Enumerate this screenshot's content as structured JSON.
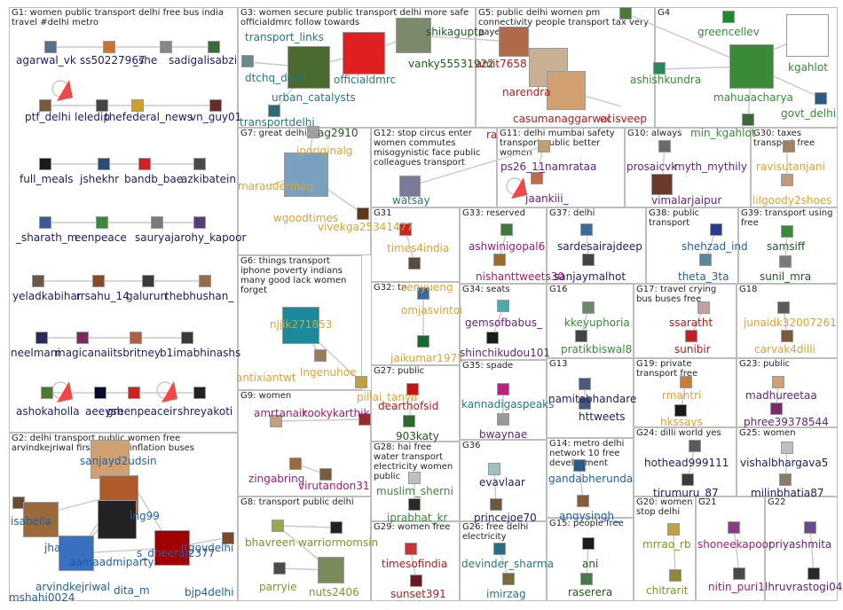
{
  "colors": {
    "navy": "#1a1a6e",
    "green": "#2f8f2f",
    "orange": "#e8a020",
    "red": "#cc1111",
    "magenta": "#b0127a",
    "teal": "#1f7a7a",
    "blue": "#1a5fb4",
    "olive": "#7a9a10",
    "purple": "#6a1a8a",
    "darkgreen": "#1a5a1a",
    "edge": "#c8c8c8",
    "border": "#bdbdbd"
  },
  "groups": [
    {
      "id": "G1",
      "label": "G1: women public transport delhi free bus india travel #delhi metro"
    },
    {
      "id": "G2",
      "label": "G2: delhi transport public women free arvindkejriwal first having inflation buses"
    },
    {
      "id": "G3",
      "label": "G3: women secure public transport delhi more safe officialdmrc follow towards"
    },
    {
      "id": "G4",
      "label": "G4"
    },
    {
      "id": "G5",
      "label": "G5: public delhi women pm connectivity people transport tax very payers"
    },
    {
      "id": "G6",
      "label": "G6: things transport iphone poverty indians many good lack women forget"
    },
    {
      "id": "G7",
      "label": "G7: great delhi"
    },
    {
      "id": "G8",
      "label": "G8: transport public delhi"
    },
    {
      "id": "G9",
      "label": "G9: women"
    },
    {
      "id": "G10",
      "label": "G10: always"
    },
    {
      "id": "G11",
      "label": "G11: delhi mumbai safety transport public better women"
    },
    {
      "id": "G12",
      "label": "G12: stop circus enter women commutes misogynistic face public colleagues transport"
    },
    {
      "id": "G13",
      "label": "G13"
    },
    {
      "id": "G14",
      "label": "G14: metro delhi network 10 free development"
    },
    {
      "id": "G15",
      "label": "G15: people free"
    },
    {
      "id": "G16",
      "label": "G16"
    },
    {
      "id": "G17",
      "label": "G17: travel crying bus buses free"
    },
    {
      "id": "G18",
      "label": "G18"
    },
    {
      "id": "G19",
      "label": "G19: private transport free"
    },
    {
      "id": "G20",
      "label": "G20: women stop delhi"
    },
    {
      "id": "G21",
      "label": "G21"
    },
    {
      "id": "G22",
      "label": "G22"
    },
    {
      "id": "G23",
      "label": "G23: public"
    },
    {
      "id": "G24",
      "label": "G24: dilli world yes"
    },
    {
      "id": "G25",
      "label": "G25: women"
    },
    {
      "id": "G26",
      "label": "G26: free delhi electricity"
    },
    {
      "id": "G27",
      "label": "G27: public"
    },
    {
      "id": "G28",
      "label": "G28: hai free water transport electricity women public"
    },
    {
      "id": "G29",
      "label": "G29: women free"
    },
    {
      "id": "G30",
      "label": "G30: taxes transport free"
    },
    {
      "id": "G31",
      "label": "G31"
    },
    {
      "id": "G32",
      "label": "G32: tn"
    },
    {
      "id": "G33",
      "label": "G33: reserved"
    },
    {
      "id": "G34",
      "label": "G34: seats"
    },
    {
      "id": "G35",
      "label": "G35: spade"
    },
    {
      "id": "G36",
      "label": "G36"
    },
    {
      "id": "G37",
      "label": "G37: delhi"
    },
    {
      "id": "G38",
      "label": "G38: public transport"
    },
    {
      "id": "G39",
      "label": "G39: transport using free"
    }
  ],
  "nodes": [
    {
      "id": "n1",
      "text": "agarwal_vk",
      "color": "navy"
    },
    {
      "id": "n2",
      "text": "ss50227967",
      "color": "navy"
    },
    {
      "id": "n3",
      "text": "_she",
      "color": "navy"
    },
    {
      "id": "n4",
      "text": "sadigalisabzi",
      "color": "navy"
    },
    {
      "id": "n5",
      "text": "ptf_delhi",
      "color": "navy"
    },
    {
      "id": "n6",
      "text": "leledip",
      "color": "navy"
    },
    {
      "id": "n7",
      "text": "thefederal_news",
      "color": "navy"
    },
    {
      "id": "n8",
      "text": "vn_guy01",
      "color": "navy"
    },
    {
      "id": "n9",
      "text": "full_meals",
      "color": "navy"
    },
    {
      "id": "n10",
      "text": "jshekhr",
      "color": "navy"
    },
    {
      "id": "n11",
      "text": "bandb_bae",
      "color": "navy"
    },
    {
      "id": "n12",
      "text": "azkibatein",
      "color": "navy"
    },
    {
      "id": "n13",
      "text": "_sharath_m",
      "color": "navy"
    },
    {
      "id": "n14",
      "text": "eenpeace",
      "color": "navy"
    },
    {
      "id": "n15",
      "text": "sauryaj",
      "color": "navy"
    },
    {
      "id": "n16",
      "text": "arohy_kapoor",
      "color": "navy"
    },
    {
      "id": "n17",
      "text": "yeladkabihar",
      "color": "navy"
    },
    {
      "id": "n18",
      "text": "rrsahu_14",
      "color": "navy"
    },
    {
      "id": "n19",
      "text": "galurun",
      "color": "navy"
    },
    {
      "id": "n20",
      "text": "thebhushan_",
      "color": "navy"
    },
    {
      "id": "n21",
      "text": "neelmani",
      "color": "navy"
    },
    {
      "id": "n22",
      "text": "magicanai",
      "color": "navy"
    },
    {
      "id": "n23",
      "text": "itsbritney",
      "color": "navy"
    },
    {
      "id": "n24",
      "text": "b1imabhinashs",
      "color": "navy"
    },
    {
      "id": "n25",
      "text": "ashokaholla",
      "color": "navy"
    },
    {
      "id": "n26",
      "text": "aeeysh",
      "color": "navy"
    },
    {
      "id": "n27",
      "text": "greenpeaceir",
      "color": "navy"
    },
    {
      "id": "n28",
      "text": "shreyakoti",
      "color": "navy"
    },
    {
      "id": "n29",
      "text": "sanjayd2udsin",
      "color": "blue"
    },
    {
      "id": "n30",
      "text": "isabella",
      "color": "blue"
    },
    {
      "id": "n31",
      "text": "jha",
      "color": "blue"
    },
    {
      "id": "n32",
      "text": "ing99",
      "color": "blue"
    },
    {
      "id": "n33",
      "text": "aamaadmiparty",
      "color": "blue"
    },
    {
      "id": "n34",
      "text": "s_dheeraj2377",
      "color": "blue"
    },
    {
      "id": "n35",
      "text": "arvindkejriwal",
      "color": "blue"
    },
    {
      "id": "n36",
      "text": "ltgovdelhi",
      "color": "blue"
    },
    {
      "id": "n37",
      "text": "dita_m",
      "color": "blue"
    },
    {
      "id": "n38",
      "text": "bjp4delhi",
      "color": "blue"
    },
    {
      "id": "n39",
      "text": "mshahi0024",
      "color": "blue"
    },
    {
      "id": "n40",
      "text": "transport_links",
      "color": "teal"
    },
    {
      "id": "n41",
      "text": "dtchq_delhi",
      "color": "teal"
    },
    {
      "id": "n42",
      "text": "officialdmrc",
      "color": "teal"
    },
    {
      "id": "n43",
      "text": "urban_catalysts",
      "color": "teal"
    },
    {
      "id": "n44",
      "text": "transportdelhi",
      "color": "teal"
    },
    {
      "id": "n45",
      "text": "vanky55531922",
      "color": "darkgreen"
    },
    {
      "id": "n46",
      "text": "shikagupta",
      "color": "darkgreen"
    },
    {
      "id": "n47",
      "text": "amit7658",
      "color": "red"
    },
    {
      "id": "n48",
      "text": "narendra",
      "color": "red"
    },
    {
      "id": "n49",
      "text": "casumanaggarwal",
      "color": "red"
    },
    {
      "id": "n50",
      "text": "ecisveep",
      "color": "red"
    },
    {
      "id": "n51",
      "text": "ra",
      "color": "red"
    },
    {
      "id": "n52",
      "text": "greencellev",
      "color": "green"
    },
    {
      "id": "n53",
      "text": "kgahlot",
      "color": "green"
    },
    {
      "id": "n54",
      "text": "ashishkundra",
      "color": "green"
    },
    {
      "id": "n55",
      "text": "mahuaacharya",
      "color": "green"
    },
    {
      "id": "n56",
      "text": "govt_delhi",
      "color": "green"
    },
    {
      "id": "n57",
      "text": "min_kgahlot",
      "color": "green"
    },
    {
      "id": "n58",
      "text": "ag2910",
      "color": "darkgreen"
    },
    {
      "id": "n59",
      "text": "iporiginalg",
      "color": "orange"
    },
    {
      "id": "n60",
      "text": "maraudermag",
      "color": "orange"
    },
    {
      "id": "n61",
      "text": "wgoodtimes",
      "color": "orange"
    },
    {
      "id": "n62",
      "text": "vivekga25341477",
      "color": "orange"
    },
    {
      "id": "n63",
      "text": "njjik271853",
      "color": "orange"
    },
    {
      "id": "n64",
      "text": "antixiantwt",
      "color": "orange"
    },
    {
      "id": "n65",
      "text": "lngenuhoe",
      "color": "orange"
    },
    {
      "id": "n66",
      "text": "amrtanair",
      "color": "magenta"
    },
    {
      "id": "n67",
      "text": "kookykarthik",
      "color": "magenta"
    },
    {
      "id": "n68",
      "text": "zingabring",
      "color": "magenta"
    },
    {
      "id": "n69",
      "text": "virutandon31",
      "color": "magenta"
    },
    {
      "id": "n70",
      "text": "bhavreen",
      "color": "olive"
    },
    {
      "id": "n71",
      "text": "warriormomsin",
      "color": "olive"
    },
    {
      "id": "n72",
      "text": "parryie",
      "color": "olive"
    },
    {
      "id": "n73",
      "text": "nuts2406",
      "color": "olive"
    },
    {
      "id": "n74",
      "text": "watsay",
      "color": "teal"
    },
    {
      "id": "n75",
      "text": "ps26_11",
      "color": "purple"
    },
    {
      "id": "n76",
      "text": "_namrataa",
      "color": "purple"
    },
    {
      "id": "n77",
      "text": "jaankiii_",
      "color": "purple"
    },
    {
      "id": "n78",
      "text": "prosaicvk",
      "color": "purple"
    },
    {
      "id": "n79",
      "text": "myth_mythily",
      "color": "purple"
    },
    {
      "id": "n80",
      "text": "vimalarjaipur",
      "color": "purple"
    },
    {
      "id": "n81",
      "text": "ravisutanjani",
      "color": "orange"
    },
    {
      "id": "n82",
      "text": "lilgoody2shoes",
      "color": "orange"
    },
    {
      "id": "n83",
      "text": "times4india",
      "color": "orange"
    },
    {
      "id": "n84",
      "text": "senyueng",
      "color": "orange"
    },
    {
      "id": "n85",
      "text": "ashwinigopal6",
      "color": "magenta"
    },
    {
      "id": "n86",
      "text": "nishanttweets30",
      "color": "magenta"
    },
    {
      "id": "n87",
      "text": "sardesairajdeep",
      "color": "navy"
    },
    {
      "id": "n88",
      "text": "sanjaymalhot",
      "color": "navy"
    },
    {
      "id": "n89",
      "text": "shehzad_ind",
      "color": "blue"
    },
    {
      "id": "n90",
      "text": "theta_3ta",
      "color": "blue"
    },
    {
      "id": "n91",
      "text": "samsiff",
      "color": "darkgreen"
    },
    {
      "id": "n92",
      "text": "sunil_mra",
      "color": "darkgreen"
    },
    {
      "id": "n93",
      "text": "omjasvintoi",
      "color": "orange"
    },
    {
      "id": "n94",
      "text": "jaikumar1971",
      "color": "orange"
    },
    {
      "id": "n95",
      "text": "gemsofbabus_",
      "color": "purple"
    },
    {
      "id": "n96",
      "text": "shinchikudou101",
      "color": "purple"
    },
    {
      "id": "n97",
      "text": "kkeyuphoria",
      "color": "green"
    },
    {
      "id": "n98",
      "text": "pratikbiswal8",
      "color": "green"
    },
    {
      "id": "n99",
      "text": "ssaratht",
      "color": "red"
    },
    {
      "id": "n100",
      "text": "sunibir",
      "color": "red"
    },
    {
      "id": "n101",
      "text": "junaidk32007261",
      "color": "orange"
    },
    {
      "id": "n102",
      "text": "carvak4dilli",
      "color": "orange"
    },
    {
      "id": "n103",
      "text": "pillai_tanya",
      "color": "orange"
    },
    {
      "id": "n104",
      "text": "dearthofsid",
      "color": "red"
    },
    {
      "id": "n105",
      "text": "903katy",
      "color": "darkgreen"
    },
    {
      "id": "n106",
      "text": "kannadigaspeaks",
      "color": "teal"
    },
    {
      "id": "n107",
      "text": "bwaynae",
      "color": "purple"
    },
    {
      "id": "n108",
      "text": "namitabhandare",
      "color": "navy"
    },
    {
      "id": "n109",
      "text": "httweets",
      "color": "navy"
    },
    {
      "id": "n110",
      "text": "rmantri",
      "color": "orange"
    },
    {
      "id": "n111",
      "text": "hkssays",
      "color": "orange"
    },
    {
      "id": "n112",
      "text": "madhureetaa",
      "color": "purple"
    },
    {
      "id": "n113",
      "text": "phree39378544",
      "color": "purple"
    },
    {
      "id": "n114",
      "text": "muslim_sherni",
      "color": "green"
    },
    {
      "id": "n115",
      "text": "iprabhat_kr",
      "color": "green"
    },
    {
      "id": "n116",
      "text": "evavlaar",
      "color": "navy"
    },
    {
      "id": "n117",
      "text": "princejoe70",
      "color": "navy"
    },
    {
      "id": "n118",
      "text": "gandabherunda",
      "color": "blue"
    },
    {
      "id": "n119",
      "text": "angysingh_",
      "color": "blue"
    },
    {
      "id": "n120",
      "text": "hothead999111",
      "color": "navy"
    },
    {
      "id": "n121",
      "text": "tirumuru_87",
      "color": "navy"
    },
    {
      "id": "n122",
      "text": "vishalbhargava5",
      "color": "navy"
    },
    {
      "id": "n123",
      "text": "milinbhatia87",
      "color": "navy"
    },
    {
      "id": "n124",
      "text": "timesofindia",
      "color": "red"
    },
    {
      "id": "n125",
      "text": "sunset391",
      "color": "red"
    },
    {
      "id": "n126",
      "text": "devinder_sharma",
      "color": "teal"
    },
    {
      "id": "n127",
      "text": "imirzag",
      "color": "teal"
    },
    {
      "id": "n128",
      "text": "ani",
      "color": "darkgreen"
    },
    {
      "id": "n129",
      "text": "raserera",
      "color": "darkgreen"
    },
    {
      "id": "n130",
      "text": "mrrao_rb",
      "color": "olive"
    },
    {
      "id": "n131",
      "text": "chitrarit",
      "color": "olive"
    },
    {
      "id": "n132",
      "text": "shoneekapoor",
      "color": "magenta"
    },
    {
      "id": "n133",
      "text": "nitin_puri1",
      "color": "magenta"
    },
    {
      "id": "n134",
      "text": "priyashmita",
      "color": "purple"
    },
    {
      "id": "n135",
      "text": "lhruvrastogi04",
      "color": "purple"
    }
  ]
}
